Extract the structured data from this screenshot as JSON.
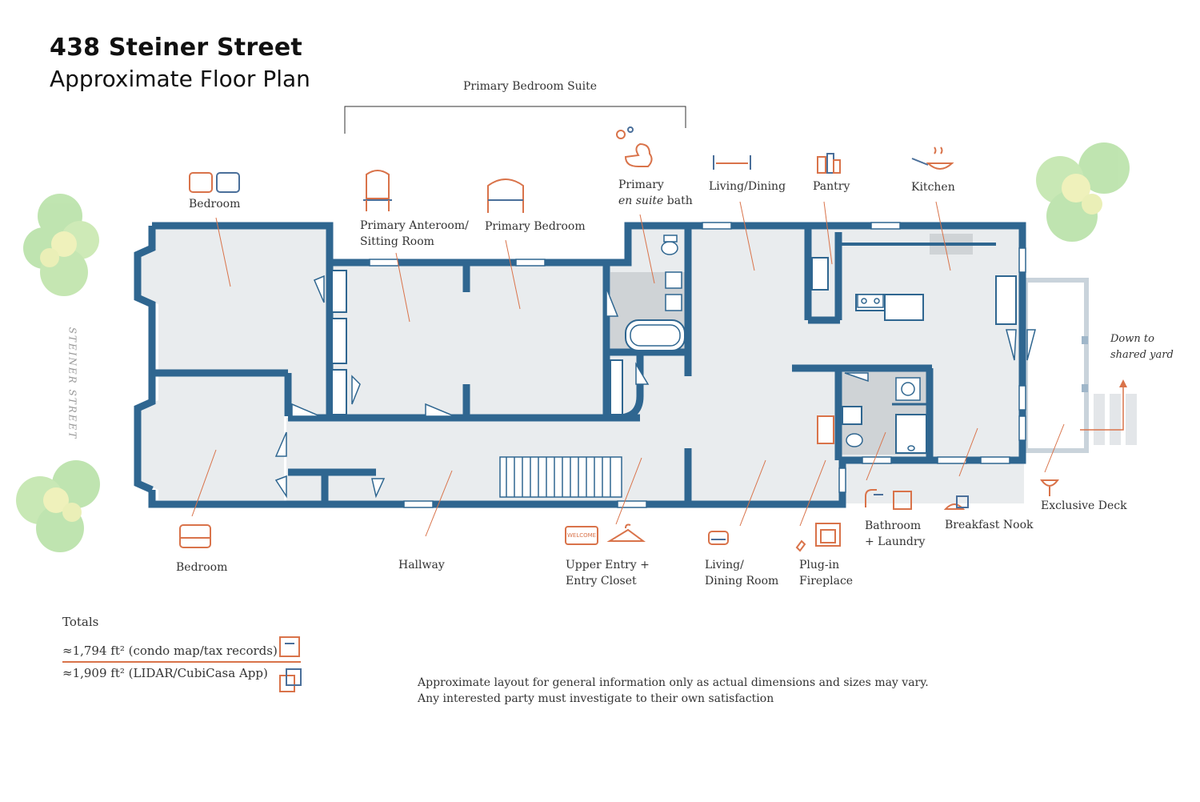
{
  "title": "438 Steiner Street",
  "subtitle": "Approximate Floor Plan",
  "street_label": "STEINER STREET",
  "suite_label": "Primary Bedroom Suite",
  "rooms_top": {
    "bedroom_top": "Bedroom",
    "anteroom_line1": "Primary Anteroom/",
    "anteroom_line2": "Sitting Room",
    "primary_bedroom": "Primary Bedroom",
    "bath_line1": "Primary",
    "bath_italic": "en suite",
    "bath_rest": " bath",
    "living_dining": "Living/Dining",
    "pantry": "Pantry",
    "kitchen": "Kitchen"
  },
  "rooms_bottom": {
    "bedroom_bottom": "Bedroom",
    "hallway": "Hallway",
    "entry_line1": "Upper Entry +",
    "entry_line2": "Entry Closet",
    "living_line1": "Living/",
    "living_line2": "Dining Room",
    "fireplace_line1": "Plug-in",
    "fireplace_line2": "Fireplace",
    "bath_laundry_line1": "Bathroom",
    "bath_laundry_line2": "+ Laundry",
    "breakfast_nook": "Breakfast Nook",
    "exclusive_deck": "Exclusive Deck",
    "yard_line1": "Down to",
    "yard_line2": "shared yard",
    "welcome_mat": "WELCOME"
  },
  "totals": {
    "heading": "Totals",
    "row1": "≈1,794 ft² (condo map/tax records)",
    "row2": "≈1,909 ft² (LIDAR/CubiCasa App)"
  },
  "disclaimer": {
    "line1": "Approximate layout for general information only as actual dimensions and sizes may vary.",
    "line2": "Any interested party must investigate to their own satisfaction"
  },
  "colors": {
    "wall": "#2f6690",
    "floor": "#e9ecee",
    "wet_floor": "#cfd3d6",
    "accent_orange": "#d9734a",
    "accent_blue": "#4a6f9a",
    "tree_green": "#b9e2a8",
    "tree_yellow": "#eef0b4"
  }
}
